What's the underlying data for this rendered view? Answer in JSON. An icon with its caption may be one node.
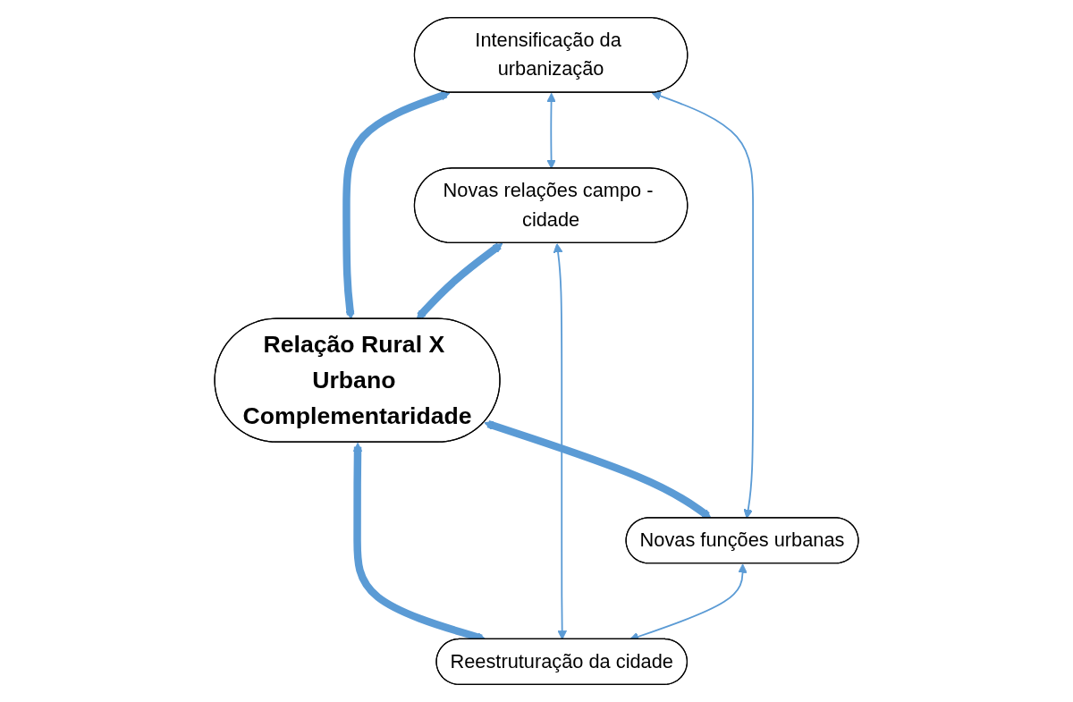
{
  "diagram": {
    "nodes": [
      {
        "text": [
          "Relação Rural X Urbano Complementaridade"
        ]
      },
      {
        "text": [
          "Intensificação da urbanização"
        ]
      },
      {
        "text": [
          "Novas relações campo - cidade"
        ]
      },
      {
        "text": [
          "Novas funções urbanas"
        ]
      },
      {
        "text": [
          "Reestruturação da cidade"
        ]
      }
    ],
    "edges": [
      {
        "from": 1,
        "to": 0,
        "arrow": "both",
        "style": "thick"
      },
      {
        "from": 2,
        "to": 0,
        "arrow": "both",
        "style": "thick"
      },
      {
        "from": 0,
        "to": 3,
        "arrow": "both",
        "style": "thick"
      },
      {
        "from": 0,
        "to": 4,
        "arrow": "both",
        "style": "thick"
      },
      {
        "from": 1,
        "to": 2,
        "arrow": "both"
      },
      {
        "from": 1,
        "to": 3,
        "arrow": "both"
      },
      {
        "from": 2,
        "to": 4,
        "arrow": "both"
      },
      {
        "from": 3,
        "to": 4,
        "arrow": "both"
      }
    ]
  }
}
